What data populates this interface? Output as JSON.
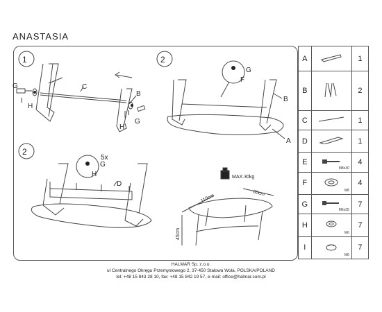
{
  "title": "ANASTASIA",
  "steps": {
    "step1": "1",
    "step2_top": "2",
    "step2_bottom": "2"
  },
  "labels": {
    "A": "A",
    "B": "B",
    "C": "C",
    "D": "D",
    "G": "G",
    "H": "H",
    "I": "I",
    "F": "F",
    "five_x": "5x",
    "max_load": "MAX.30kg",
    "dim_length": "110cm",
    "dim_width": "60cm",
    "dim_height": "45cm"
  },
  "parts": [
    {
      "letter": "A",
      "caption": "",
      "qty": "1"
    },
    {
      "letter": "B",
      "caption": "",
      "qty": "2"
    },
    {
      "letter": "C",
      "caption": "",
      "qty": "1"
    },
    {
      "letter": "D",
      "caption": "",
      "qty": "1"
    },
    {
      "letter": "E",
      "caption": "M8x30",
      "qty": "4"
    },
    {
      "letter": "F",
      "caption": "M8",
      "qty": "4"
    },
    {
      "letter": "G",
      "caption": "M6x35",
      "qty": "7"
    },
    {
      "letter": "H",
      "caption": "M6",
      "qty": "7"
    },
    {
      "letter": "I",
      "caption": "M6",
      "qty": "7"
    }
  ],
  "footer": {
    "company": "HALMAR Sp. z.o.o.",
    "address": "ul Centralnego Okręgu Przemysłowego 2, 37-450 Stalowa Wola, POLSKA/POLAND",
    "contact": "tel: +48 15 843 28 10, fax: +48 15 842 19 57, e-mail: office@halmar.com.pl"
  }
}
